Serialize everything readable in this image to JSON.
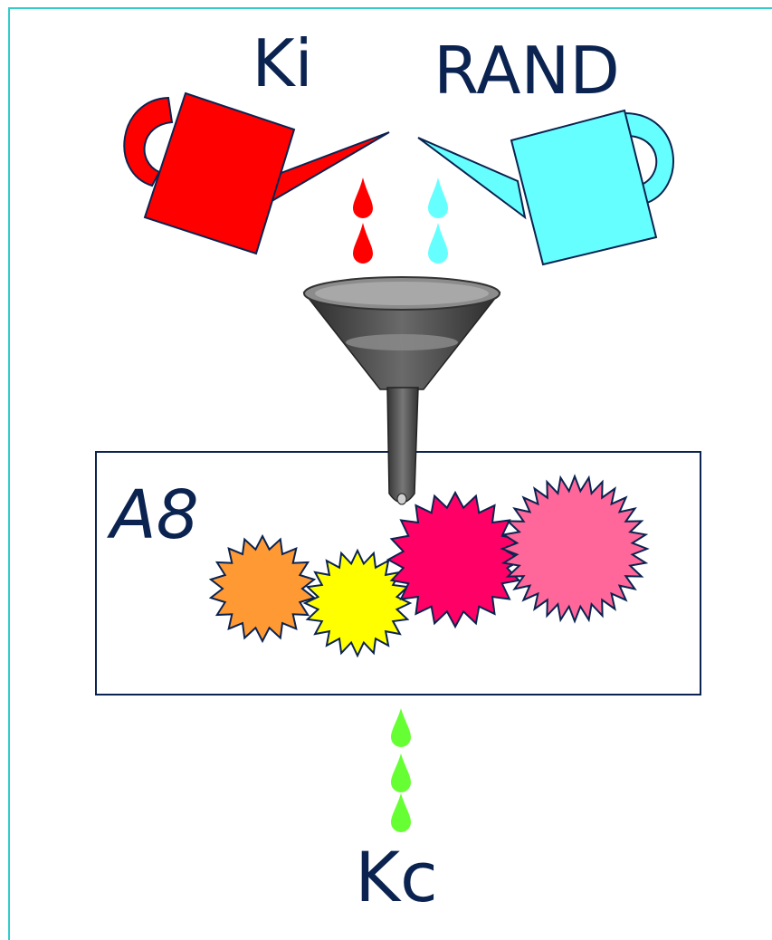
{
  "inputs": {
    "left_label": "Ki",
    "right_label": "RAND",
    "left_color": "#ff0000",
    "right_color": "#66ffff"
  },
  "algorithm": {
    "label": "A8",
    "burst_colors": [
      "#ff9933",
      "#ffff00",
      "#ff0066",
      "#ff6699"
    ]
  },
  "output": {
    "label": "Kc",
    "drop_color": "#66ff33"
  },
  "colors": {
    "outline": "#0b2350",
    "frame": "#33cccc",
    "funnel": "#555555"
  }
}
